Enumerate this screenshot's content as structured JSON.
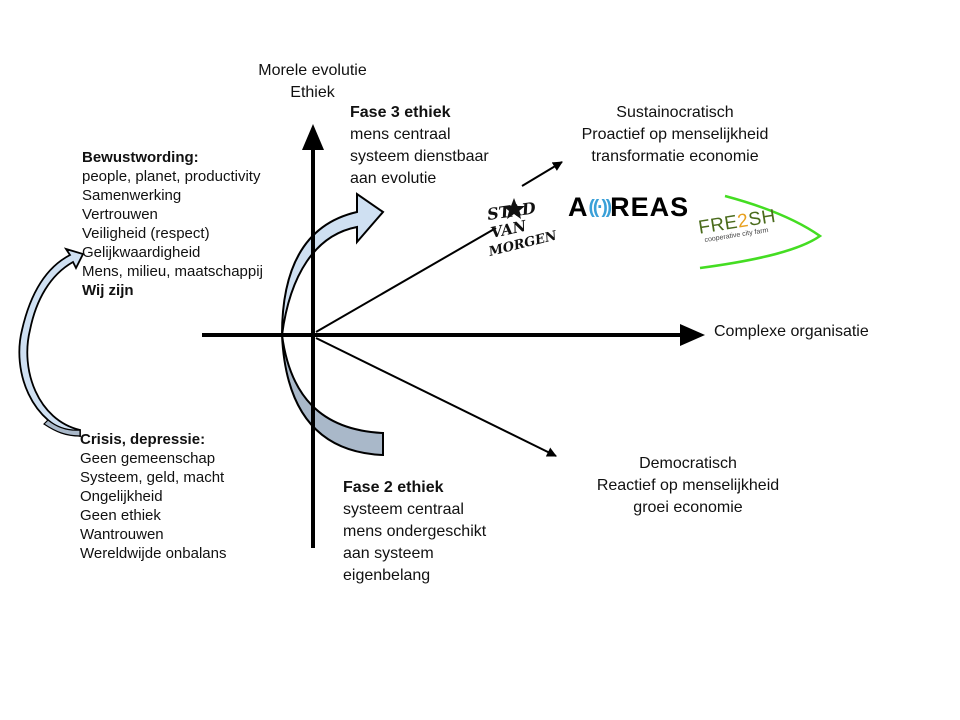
{
  "axes": {
    "y_label_line1": "Morele evolutie",
    "y_label_line2": "Ethiek",
    "x_label": "Complexe organisatie"
  },
  "phase3": {
    "title": "Fase 3 ethiek",
    "lines": [
      "mens centraal",
      "systeem dienstbaar",
      "aan evolutie"
    ]
  },
  "phase2": {
    "title": "Fase 2 ethiek",
    "lines": [
      "systeem centraal",
      "mens ondergeschikt",
      "aan systeem",
      "eigenbelang"
    ]
  },
  "upper_outcome": {
    "lines": [
      "Sustainocratisch",
      "Proactief op menselijkheid",
      "transformatie economie"
    ]
  },
  "lower_outcome": {
    "lines": [
      "Democratisch",
      "Reactief op menselijkheid",
      "groei economie"
    ]
  },
  "awareness": {
    "title": "Bewustwording:",
    "items": [
      "people, planet, productivity",
      "Samenwerking",
      "Vertrouwen",
      "Veiligheid (respect)",
      "Gelijkwaardigheid",
      "Mens, milieu, maatschappij"
    ],
    "footer": "Wij zijn"
  },
  "crisis": {
    "title": "Crisis, depressie:",
    "items": [
      "Geen gemeenschap",
      "Systeem, geld, macht",
      "Ongelijkheid",
      "Geen ethiek",
      "Wantrouwen",
      "Wereldwijde onbalans"
    ]
  },
  "logos": {
    "stad": {
      "line1": "STAD",
      "line2": "VAN",
      "line3": "MORGEN"
    },
    "areas": {
      "left": "A",
      "signal": "((·))",
      "right": "REAS",
      "signal_color": "#3aa0d8"
    },
    "fresh": {
      "pre": "FRE",
      "two": "2",
      "post": "SH",
      "tagline": "cooperative city farm",
      "swoosh_color": "#44dd22"
    }
  },
  "colors": {
    "upper_arrow_fill": "#cfe0f2",
    "lower_arrow_fill": "#a9b8c9",
    "outline": "#000000"
  }
}
